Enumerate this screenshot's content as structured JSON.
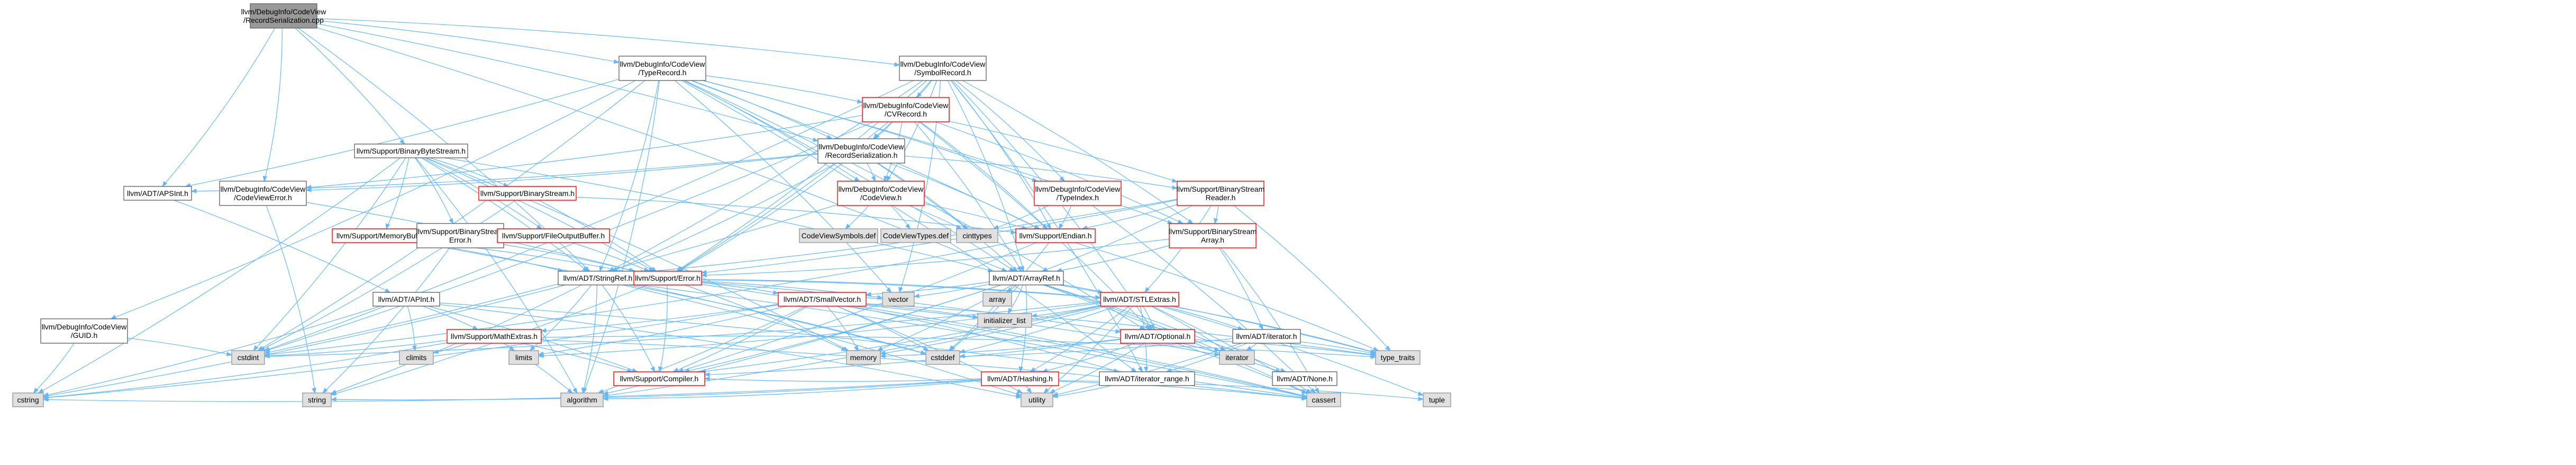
{
  "diagram": {
    "kind": "include-dependency-graph",
    "colors": {
      "root_fill": "#999999",
      "node_fill": "#ffffff",
      "node_border": "#666666",
      "truncated_border": "#ff0000",
      "external_fill": "#e0e0e0",
      "external_border": "#999999",
      "edge": "#63b8ff"
    },
    "nodes": [
      {
        "id": "root",
        "label": [
          "llvm/DebugInfo/CodeView",
          "/RecordSerialization.cpp"
        ],
        "style": "root"
      },
      {
        "id": "typerecord",
        "label": [
          "llvm/DebugInfo/CodeView",
          "/TypeRecord.h"
        ],
        "style": "normal"
      },
      {
        "id": "symbolrecord",
        "label": [
          "llvm/DebugInfo/CodeView",
          "/SymbolRecord.h"
        ],
        "style": "normal"
      },
      {
        "id": "cvrecord",
        "label": [
          "llvm/DebugInfo/CodeView",
          "/CVRecord.h"
        ],
        "style": "truncated"
      },
      {
        "id": "recordser",
        "label": [
          "llvm/DebugInfo/CodeView",
          "/RecordSerialization.h"
        ],
        "style": "normal"
      },
      {
        "id": "bytestream",
        "label": [
          "llvm/Support/BinaryByteStream.h"
        ],
        "style": "normal"
      },
      {
        "id": "apsint",
        "label": [
          "llvm/ADT/APSInt.h"
        ],
        "style": "normal"
      },
      {
        "id": "codeviewerror",
        "label": [
          "llvm/DebugInfo/CodeView",
          "/CodeViewError.h"
        ],
        "style": "normal"
      },
      {
        "id": "binarystream",
        "label": [
          "llvm/Support/BinaryStream.h"
        ],
        "style": "truncated"
      },
      {
        "id": "codeview",
        "label": [
          "llvm/DebugInfo/CodeView",
          "/CodeView.h"
        ],
        "style": "truncated"
      },
      {
        "id": "typeindex",
        "label": [
          "llvm/DebugInfo/CodeView",
          "/TypeIndex.h"
        ],
        "style": "truncated"
      },
      {
        "id": "streamreader",
        "label": [
          "llvm/Support/BinaryStream",
          "Reader.h"
        ],
        "style": "truncated"
      },
      {
        "id": "memorybuffer",
        "label": [
          "llvm/Support/MemoryBuffer.h"
        ],
        "style": "truncated"
      },
      {
        "id": "streamerror",
        "label": [
          "llvm/Support/BinaryStream",
          "Error.h"
        ],
        "style": "normal"
      },
      {
        "id": "fileoutbuf",
        "label": [
          "llvm/Support/FileOutputBuffer.h"
        ],
        "style": "truncated"
      },
      {
        "id": "endian",
        "label": [
          "llvm/Support/Endian.h"
        ],
        "style": "truncated"
      },
      {
        "id": "streamarray",
        "label": [
          "llvm/Support/BinaryStream",
          "Array.h"
        ],
        "style": "truncated"
      },
      {
        "id": "cvsymdef",
        "label": [
          "CodeViewSymbols.def"
        ],
        "style": "external"
      },
      {
        "id": "cvtypesdef",
        "label": [
          "CodeViewTypes.def"
        ],
        "style": "external"
      },
      {
        "id": "cinttypes",
        "label": [
          "cinttypes"
        ],
        "style": "external"
      },
      {
        "id": "stringref",
        "label": [
          "llvm/ADT/StringRef.h"
        ],
        "style": "normal"
      },
      {
        "id": "error",
        "label": [
          "llvm/Support/Error.h"
        ],
        "style": "truncated"
      },
      {
        "id": "arrayref",
        "label": [
          "llvm/ADT/ArrayRef.h"
        ],
        "style": "normal"
      },
      {
        "id": "vector",
        "label": [
          "vector"
        ],
        "style": "external"
      },
      {
        "id": "array",
        "label": [
          "array"
        ],
        "style": "external"
      },
      {
        "id": "smallvector",
        "label": [
          "llvm/ADT/SmallVector.h"
        ],
        "style": "truncated"
      },
      {
        "id": "stlextras",
        "label": [
          "llvm/ADT/STLExtras.h"
        ],
        "style": "truncated"
      },
      {
        "id": "guid",
        "label": [
          "llvm/DebugInfo/CodeView",
          "/GUID.h"
        ],
        "style": "normal"
      },
      {
        "id": "apint",
        "label": [
          "llvm/ADT/APInt.h"
        ],
        "style": "normal"
      },
      {
        "id": "mathextras",
        "label": [
          "llvm/Support/MathExtras.h"
        ],
        "style": "truncated"
      },
      {
        "id": "initlist",
        "label": [
          "initializer_list"
        ],
        "style": "external"
      },
      {
        "id": "optional",
        "label": [
          "llvm/ADT/Optional.h"
        ],
        "style": "truncated"
      },
      {
        "id": "iteratorh",
        "label": [
          "llvm/ADT/iterator.h"
        ],
        "style": "normal"
      },
      {
        "id": "climits",
        "label": [
          "climits"
        ],
        "style": "external"
      },
      {
        "id": "limits",
        "label": [
          "limits"
        ],
        "style": "external"
      },
      {
        "id": "cstdint",
        "label": [
          "cstdint"
        ],
        "style": "external"
      },
      {
        "id": "compiler",
        "label": [
          "llvm/Support/Compiler.h"
        ],
        "style": "truncated"
      },
      {
        "id": "memory",
        "label": [
          "memory"
        ],
        "style": "external"
      },
      {
        "id": "cstddef",
        "label": [
          "cstddef"
        ],
        "style": "external"
      },
      {
        "id": "hashing",
        "label": [
          "llvm/ADT/Hashing.h"
        ],
        "style": "truncated"
      },
      {
        "id": "iterrange",
        "label": [
          "llvm/ADT/iterator_range.h"
        ],
        "style": "normal"
      },
      {
        "id": "iterator",
        "label": [
          "iterator"
        ],
        "style": "external"
      },
      {
        "id": "none",
        "label": [
          "llvm/ADT/None.h"
        ],
        "style": "normal"
      },
      {
        "id": "typetraits",
        "label": [
          "type_traits"
        ],
        "style": "external"
      },
      {
        "id": "cstring",
        "label": [
          "cstring"
        ],
        "style": "external"
      },
      {
        "id": "string",
        "label": [
          "string"
        ],
        "style": "external"
      },
      {
        "id": "algorithm",
        "label": [
          "algorithm"
        ],
        "style": "external"
      },
      {
        "id": "utility",
        "label": [
          "utility"
        ],
        "style": "external"
      },
      {
        "id": "cassert",
        "label": [
          "cassert"
        ],
        "style": "external"
      },
      {
        "id": "tuple",
        "label": [
          "tuple"
        ],
        "style": "external"
      }
    ]
  }
}
